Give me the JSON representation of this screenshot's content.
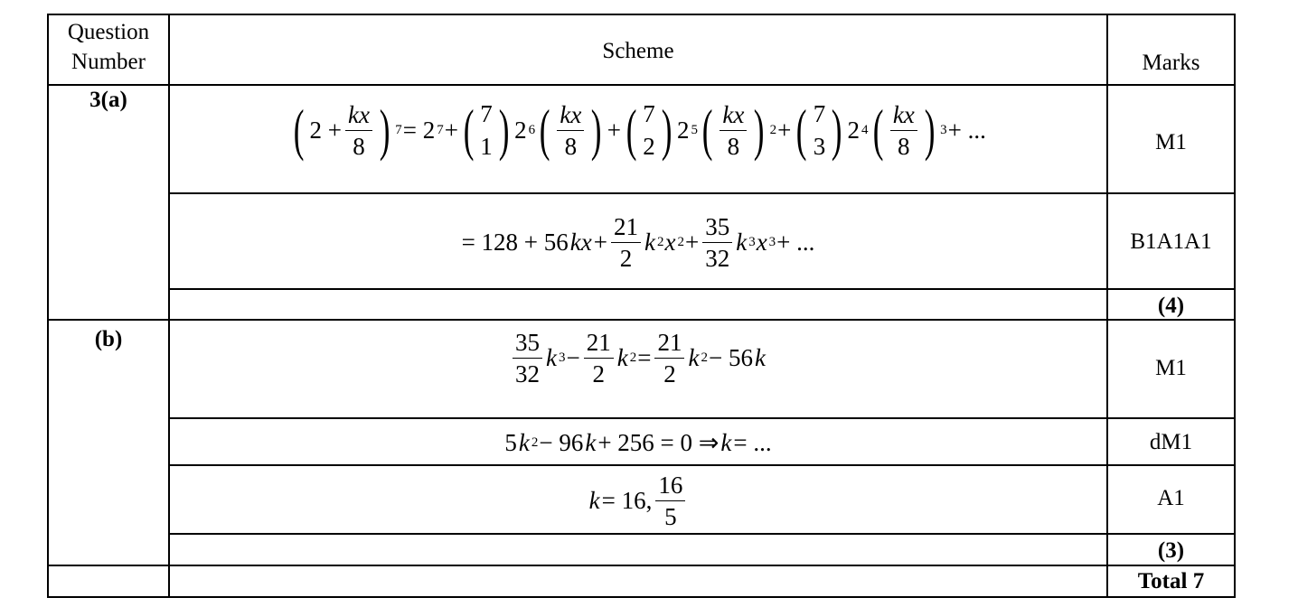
{
  "header": {
    "question_line1": "Question",
    "question_line2": "Number",
    "scheme": "Scheme",
    "marks": "Marks"
  },
  "part_a": {
    "label": "3(a)",
    "eq1": [
      [
        "big",
        "("
      ],
      [
        "t",
        "2 +"
      ],
      [
        "frac",
        "kx",
        "8"
      ],
      [
        "big",
        ")"
      ],
      [
        "sup",
        "7"
      ],
      [
        "t",
        " = 2"
      ],
      [
        "sup",
        "7"
      ],
      [
        "t",
        " +"
      ],
      [
        "big",
        "("
      ],
      [
        "binom",
        "7",
        "1"
      ],
      [
        "big",
        ")"
      ],
      [
        "t",
        "2"
      ],
      [
        "sup",
        "6"
      ],
      [
        "big",
        "("
      ],
      [
        "frac",
        "kx",
        "8"
      ],
      [
        "big",
        ")"
      ],
      [
        "t",
        "+"
      ],
      [
        "big",
        "("
      ],
      [
        "binom",
        "7",
        "2"
      ],
      [
        "big",
        ")"
      ],
      [
        "t",
        "2"
      ],
      [
        "sup",
        "5"
      ],
      [
        "big",
        "("
      ],
      [
        "frac",
        "kx",
        "8"
      ],
      [
        "big",
        ")"
      ],
      [
        "sup",
        "2"
      ],
      [
        "t",
        " +"
      ],
      [
        "big",
        "("
      ],
      [
        "binom",
        "7",
        "3"
      ],
      [
        "big",
        ")"
      ],
      [
        "t",
        "2"
      ],
      [
        "sup",
        "4"
      ],
      [
        "big",
        "("
      ],
      [
        "frac",
        "kx",
        "8"
      ],
      [
        "big",
        ")"
      ],
      [
        "sup",
        "3"
      ],
      [
        "t",
        " + ..."
      ]
    ],
    "eq1_mark": "M1",
    "eq2": [
      [
        "t",
        "= 128 + 56"
      ],
      [
        "i",
        "kx"
      ],
      [
        "t",
        " +"
      ],
      [
        "frac",
        "21",
        "2"
      ],
      [
        "i",
        "k"
      ],
      [
        "sup",
        "2"
      ],
      [
        "i",
        "x"
      ],
      [
        "sup",
        "2"
      ],
      [
        "t",
        " +"
      ],
      [
        "frac",
        "35",
        "32"
      ],
      [
        "i",
        "k"
      ],
      [
        "sup",
        "3"
      ],
      [
        "i",
        "x"
      ],
      [
        "sup",
        "3"
      ],
      [
        "t",
        " + ..."
      ]
    ],
    "eq2_mark": "B1A1A1",
    "subtotal": "(4)"
  },
  "part_b": {
    "label": "(b)",
    "eq1": [
      [
        "frac",
        "35",
        "32"
      ],
      [
        "i",
        "k"
      ],
      [
        "sup",
        "3"
      ],
      [
        "t",
        " −"
      ],
      [
        "frac",
        "21",
        "2"
      ],
      [
        "i",
        "k"
      ],
      [
        "sup",
        "2"
      ],
      [
        "t",
        " ="
      ],
      [
        "frac",
        "21",
        "2"
      ],
      [
        "i",
        "k"
      ],
      [
        "sup",
        "2"
      ],
      [
        "t",
        " − 56"
      ],
      [
        "i",
        "k"
      ]
    ],
    "eq1_mark": "M1",
    "eq2": [
      [
        "t",
        "5"
      ],
      [
        "i",
        "k"
      ],
      [
        "sup",
        "2"
      ],
      [
        "t",
        " − 96"
      ],
      [
        "i",
        "k"
      ],
      [
        "t",
        " + 256 = 0 ⇒ "
      ],
      [
        "i",
        "k"
      ],
      [
        "t",
        " = ..."
      ]
    ],
    "eq2_mark": "dM1",
    "eq3": [
      [
        "i",
        "k"
      ],
      [
        "t",
        " = 16,"
      ],
      [
        "frac",
        "16",
        "5"
      ]
    ],
    "eq3_mark": "A1",
    "subtotal": "(3)"
  },
  "total": "Total 7"
}
